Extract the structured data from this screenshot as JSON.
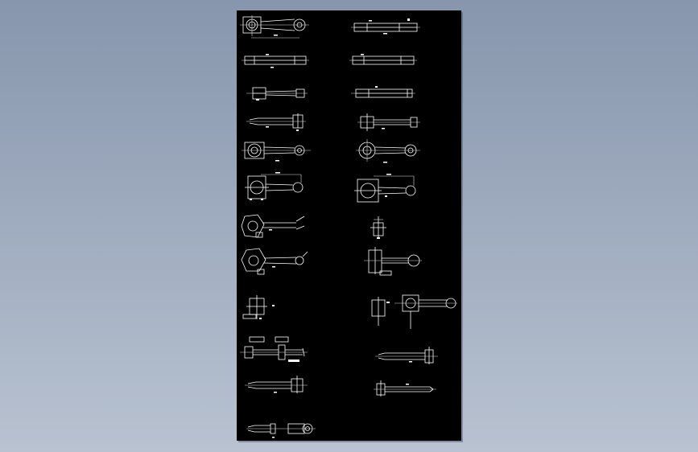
{
  "viewport": {
    "background_top": "#8796ad",
    "background_bottom": "#b8c2d1"
  },
  "sheet": {
    "background": "#000000",
    "stroke_color": "#ffffff"
  },
  "drawings": [
    {
      "id": "d1",
      "kind": "rod-front"
    },
    {
      "id": "d2",
      "kind": "rod-side"
    },
    {
      "id": "d3",
      "kind": "rod-side"
    },
    {
      "id": "d4",
      "kind": "rod-side"
    },
    {
      "id": "d5",
      "kind": "rod-section"
    },
    {
      "id": "d6",
      "kind": "rod-section"
    },
    {
      "id": "d7",
      "kind": "rod-side-small"
    },
    {
      "id": "d8",
      "kind": "rod-side-small"
    },
    {
      "id": "d9",
      "kind": "rod-front"
    },
    {
      "id": "d10",
      "kind": "rod-front"
    },
    {
      "id": "d11",
      "kind": "rod-fixture"
    },
    {
      "id": "d12",
      "kind": "rod-fixture"
    },
    {
      "id": "d13",
      "kind": "rod-fixture-angled"
    },
    {
      "id": "d14",
      "kind": "detail-small"
    },
    {
      "id": "d15",
      "kind": "rod-fixture-angled"
    },
    {
      "id": "d16",
      "kind": "rod-fixture"
    },
    {
      "id": "d17",
      "kind": "detail-block"
    },
    {
      "id": "d18",
      "kind": "rod-fixture-long"
    },
    {
      "id": "d19",
      "kind": "rod-side-dimensioned"
    },
    {
      "id": "d20",
      "kind": "rod-side-small"
    },
    {
      "id": "d21",
      "kind": "rod-side-small"
    },
    {
      "id": "d22",
      "kind": "rod-side-small"
    },
    {
      "id": "d23",
      "kind": "detail-pair"
    }
  ]
}
